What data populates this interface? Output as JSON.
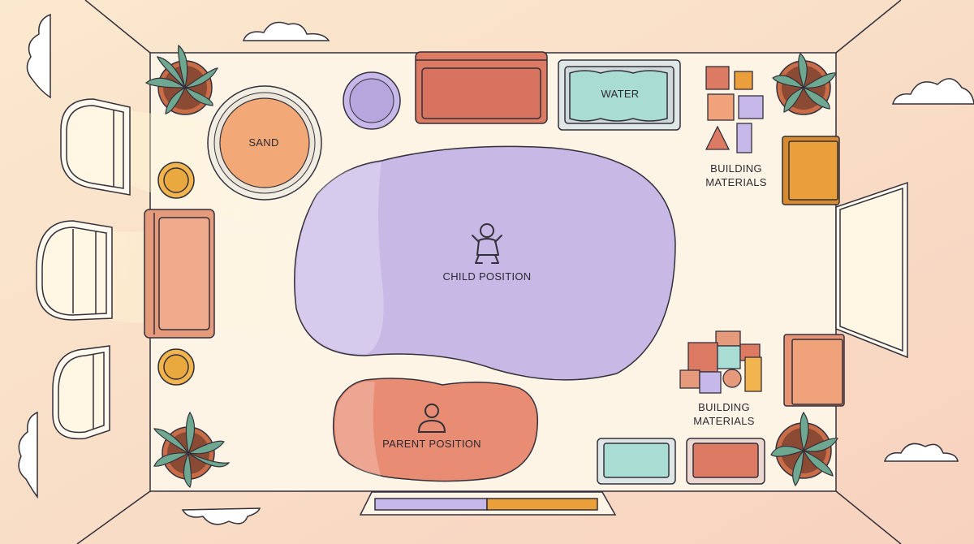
{
  "labels": {
    "sand": "SAND",
    "water": "WATER",
    "building_top_line1": "BUILDING",
    "building_top_line2": "MATERIALS",
    "building_bottom_line1": "BUILDING",
    "building_bottom_line2": "MATERIALS",
    "child_position": "CHILD POSITION",
    "parent_position": "PARENT POSITION"
  },
  "colors": {
    "floor": "#fdf4e6",
    "outline": "#33303a",
    "child_zone": "#c8b8e6",
    "parent_zone": "#e88d74",
    "sand": "#f3a878",
    "water": "#a9dcd2",
    "lavender": "#c7b8ea",
    "coral": "#dc7a64",
    "orange": "#eb9f3a",
    "peach": "#f0a27a",
    "mustard": "#f1b44e",
    "plant_leaf": "#6fa891",
    "plant_pot": "#c86d48"
  },
  "icons": {
    "child": "baby-icon",
    "parent": "person-icon"
  }
}
